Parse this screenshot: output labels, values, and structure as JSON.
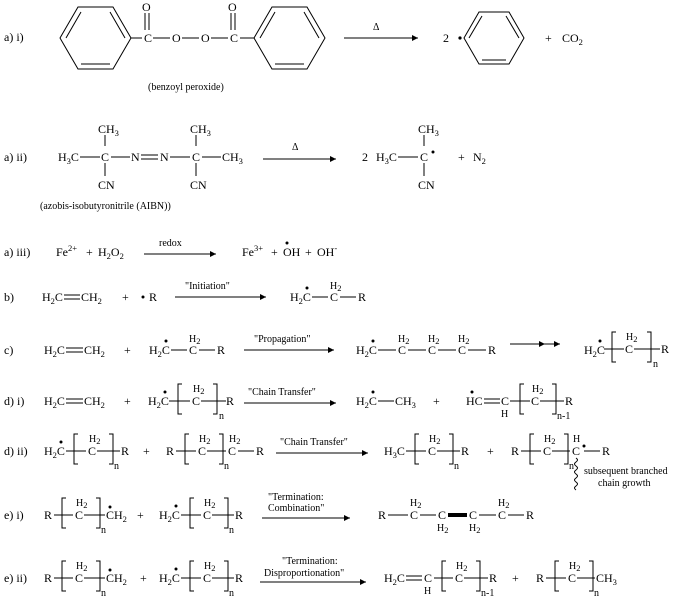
{
  "rows": {
    "a1": {
      "label": "a) i)",
      "arrow": "Δ",
      "caption": "(benzoyl peroxide)",
      "coef": "2",
      "plus": "+",
      "co2": "CO",
      "co2_sub": "2"
    },
    "a2": {
      "label": "a) ii)",
      "arrow": "Δ",
      "caption": "(azobis-isobutyronitrile (AIBN))",
      "coef": "2",
      "plus": "+",
      "n2": "N",
      "n2_sub": "2"
    },
    "a3": {
      "label": "a) iii)",
      "arrow": "redox",
      "fe2": "Fe",
      "fe2_sup": "2+",
      "h2o2_h": "H",
      "h2o2_o": "O",
      "sub2": "2",
      "fe3": "Fe",
      "fe3_sup": "3+",
      "oh": "OH",
      "ohm": "OH",
      "ohm_sup": "-",
      "plus": "+"
    },
    "b": {
      "label": "b)",
      "arrow": "\"Initiation\"",
      "plus": "+"
    },
    "c": {
      "label": "c)",
      "arrow": "\"Propagation\"",
      "plus": "+",
      "n": "n"
    },
    "d1": {
      "label": "d) i)",
      "arrow": "\"Chain Transfer\"",
      "plus": "+",
      "n": "n",
      "n1": "n-1"
    },
    "d2": {
      "label": "d) ii)",
      "arrow": "\"Chain Transfer\"",
      "plus": "+",
      "n": "n",
      "note1": "subsequent branched",
      "note2": "chain growth"
    },
    "e1": {
      "label": "e) i)",
      "arrow1": "\"Termination:",
      "arrow2": "Combination\"",
      "plus": "+",
      "n": "n"
    },
    "e2": {
      "label": "e) ii)",
      "arrow1": "\"Termination:",
      "arrow2": "Disproportionation\"",
      "plus": "+",
      "n": "n",
      "n1": "n-1"
    }
  },
  "atoms": {
    "H": "H",
    "C": "C",
    "O": "O",
    "R": "R",
    "CN": "CN",
    "CH": "CH",
    "HC": "HC",
    "N": "N",
    "CH3": "CH",
    "sub2": "2",
    "sub3": "3"
  }
}
